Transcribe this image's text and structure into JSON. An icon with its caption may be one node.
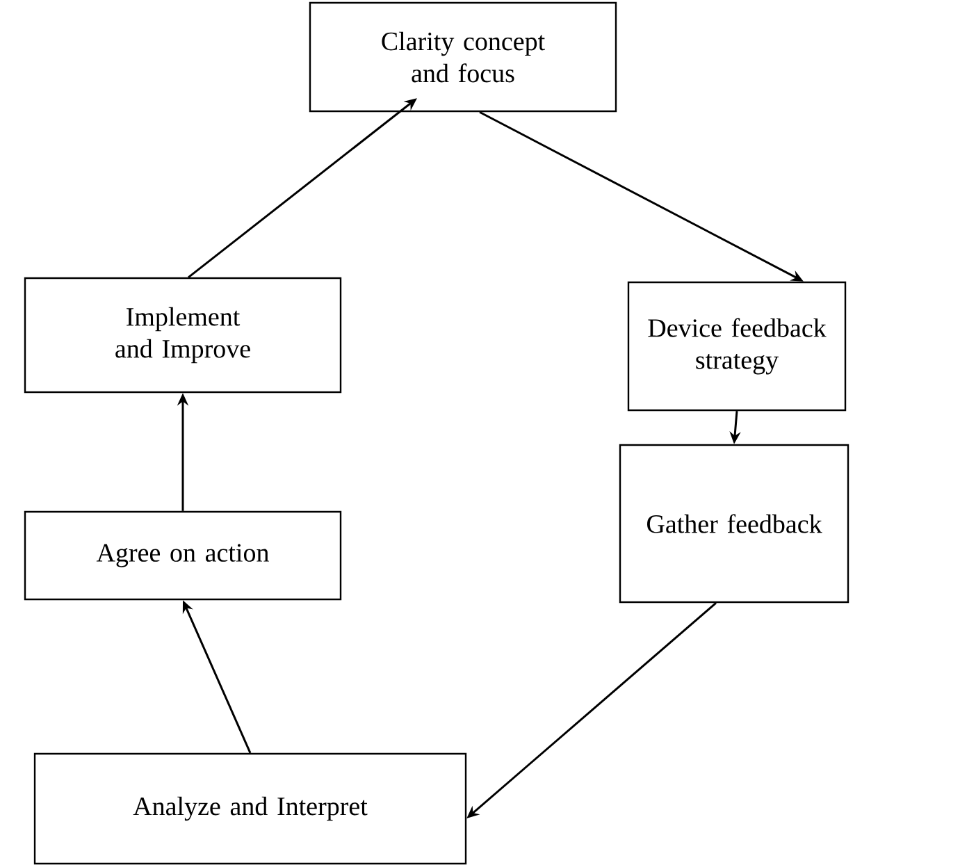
{
  "diagram": {
    "nodes": [
      {
        "text": [
          "Clarity concept and focus"
        ]
      },
      {
        "text": [
          "Device feedback strategy"
        ]
      },
      {
        "text": [
          "Gather feedback"
        ]
      },
      {
        "text": [
          "Analyze and Interpret"
        ]
      },
      {
        "text": [
          "Agree on action"
        ]
      },
      {
        "text": [
          "Implement and Improve"
        ]
      }
    ],
    "edges": [
      {
        "from": 0,
        "to": 1,
        "arrow": "to"
      },
      {
        "from": 1,
        "to": 2,
        "arrow": "to"
      },
      {
        "from": 2,
        "to": 3,
        "arrow": "to"
      },
      {
        "from": 3,
        "to": 4,
        "arrow": "to"
      },
      {
        "from": 4,
        "to": 5,
        "arrow": "to"
      },
      {
        "from": 5,
        "to": 0,
        "arrow": "to"
      }
    ]
  }
}
